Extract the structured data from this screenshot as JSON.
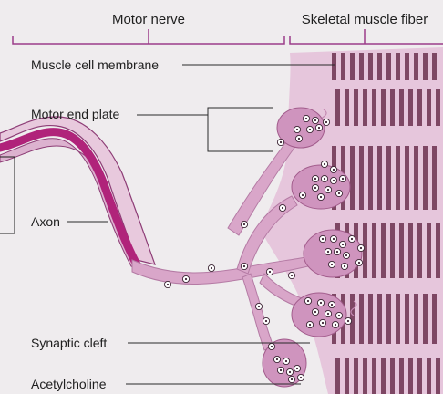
{
  "diagram": {
    "headers": {
      "motor_nerve": "Motor nerve",
      "muscle_fiber": "Skeletal muscle fiber"
    },
    "labels": {
      "membrane": "Muscle cell membrane",
      "end_plate": "Motor end plate",
      "axon": "Axon",
      "cleft": "Synaptic cleft",
      "acetylcholine": "Acetylcholine"
    },
    "colors": {
      "background": "#efecee",
      "axon": "#b0237a",
      "nerve_tissue": "#d9a6c9",
      "muscle_tissue": "#e6c6dc",
      "striation": "#7e4764",
      "bracket": "#9c3d8a"
    }
  }
}
